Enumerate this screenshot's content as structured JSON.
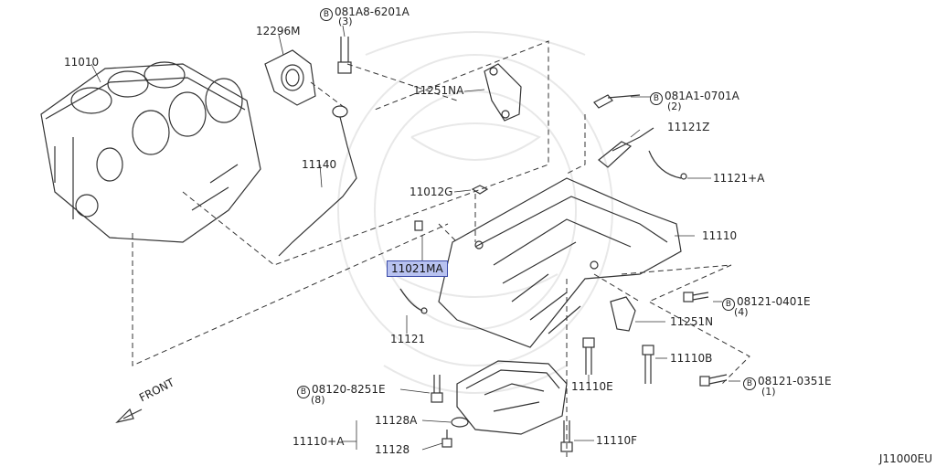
{
  "diagram": {
    "colors": {
      "line": "#333333",
      "highlight": "#b8c2f0",
      "highlight_border": "#3a4aa8",
      "watermark": "#e6e6e6"
    },
    "parts": {
      "p11010": "11010",
      "p12296m": "12296M",
      "p081a8_6201a": "081A8-6201A",
      "p081a8_qty": "(3)",
      "p11140": "11140",
      "p11251na": "11251NA",
      "p081a1_0701a": "081A1-0701A",
      "p081a1_qty": "(2)",
      "p11121z": "11121Z",
      "p11121a": "11121+A",
      "p11012g": "11012G",
      "p11110": "11110",
      "p11021ma": "11021MA",
      "p08121_0401e": "08121-0401E",
      "p08121_0401e_qty": "(4)",
      "p11251n": "11251N",
      "p11121": "11121",
      "p11110b": "11110B",
      "p08121_0351e": "08121-0351E",
      "p08121_0351e_qty": "(1)",
      "p08120_8251e": "08120-8251E",
      "p08120_qty": "(8)",
      "p11110e": "11110E",
      "p11128a": "11128A",
      "p11110a": "11110+A",
      "p11128": "11128",
      "p11110f": "11110F"
    },
    "bolt_symbol": "B",
    "front_label": "FRONT",
    "diagram_code": "J11000EU"
  }
}
